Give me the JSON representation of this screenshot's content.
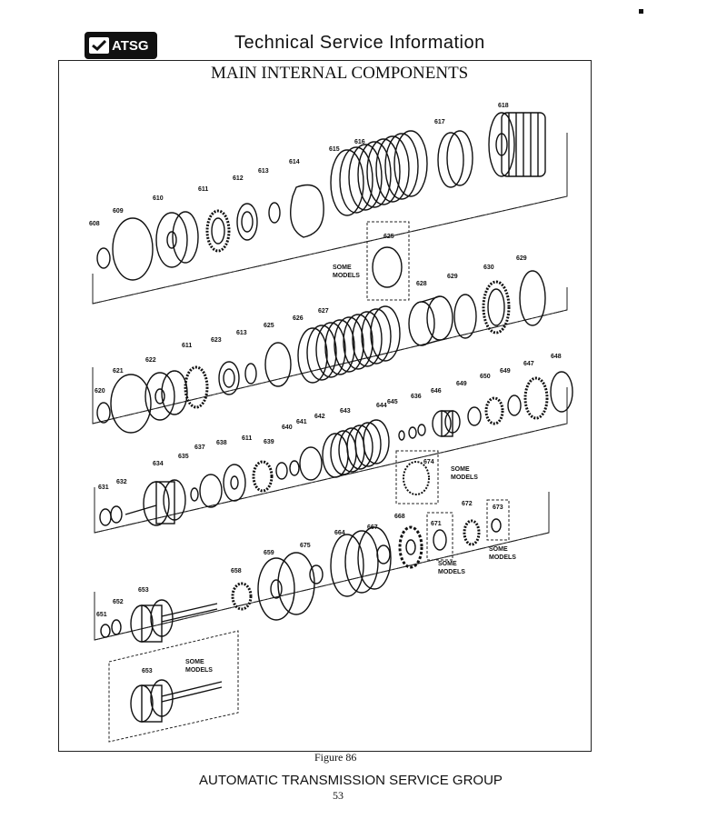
{
  "header": {
    "logo_text": "ATSG",
    "title": "Technical Service Information"
  },
  "diagram": {
    "title": "MAIN INTERNAL COMPONENTS",
    "caption": "Figure 86",
    "part_labels": [
      "608",
      "609",
      "610",
      "611",
      "612",
      "613",
      "614",
      "615",
      "616",
      "617",
      "618",
      "625",
      "628",
      "629",
      "630",
      "629",
      "620",
      "621",
      "622",
      "611",
      "623",
      "613",
      "625",
      "626",
      "627",
      "631",
      "632",
      "634",
      "635",
      "637",
      "638",
      "611",
      "639",
      "640",
      "641",
      "642",
      "643",
      "644",
      "645",
      "636",
      "646",
      "649",
      "650",
      "649",
      "647",
      "648",
      "674",
      "651",
      "652",
      "653",
      "658",
      "659",
      "675",
      "664",
      "667",
      "668",
      "671",
      "672",
      "673",
      "653"
    ],
    "some_models_label": [
      "SOME",
      "MODELS"
    ]
  },
  "footer": {
    "org": "AUTOMATIC TRANSMISSION SERVICE GROUP",
    "page_number": "53"
  }
}
